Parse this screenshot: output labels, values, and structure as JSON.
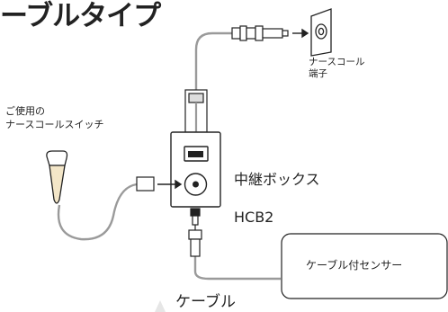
{
  "title": "ーブルタイプ",
  "labels": {
    "nurse_terminal": "ナースコール\n端子",
    "switch": "ご使用の\nナースコールスイッチ",
    "relay_box_name": "中継ボックス",
    "relay_box_model": "HCB2",
    "sensor": "ケーブル付センサー",
    "cable": "ケーブル"
  }
}
